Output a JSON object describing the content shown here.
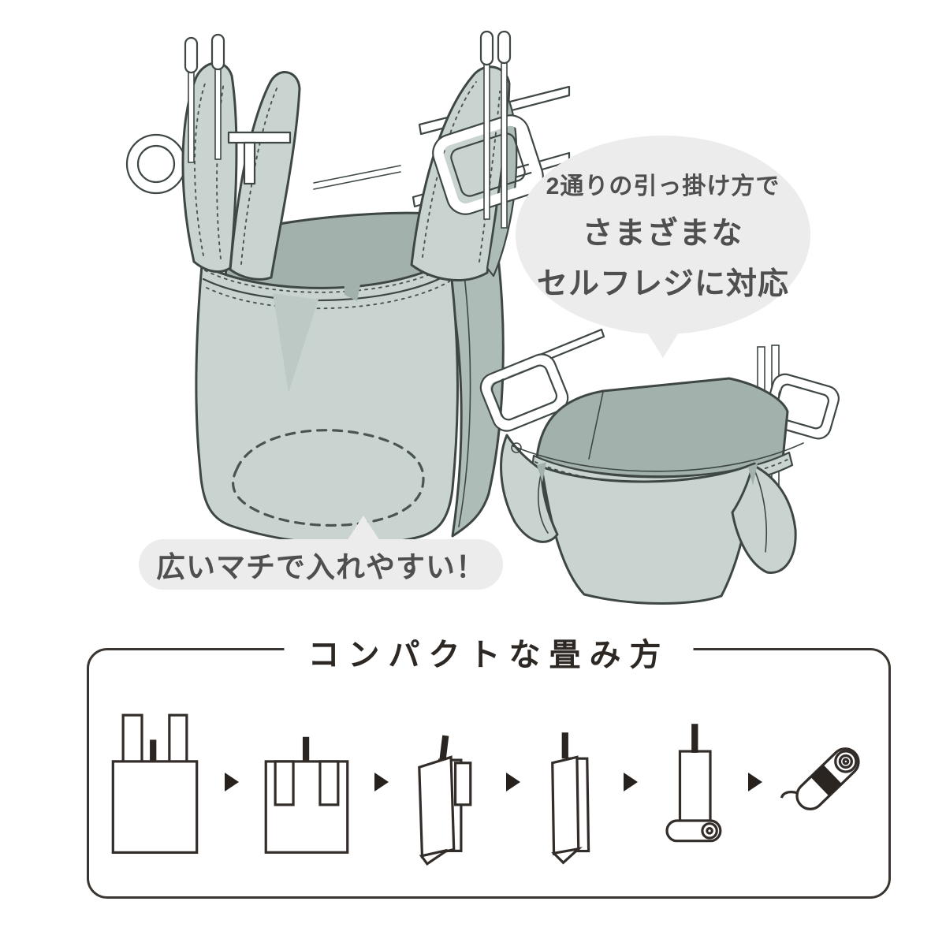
{
  "colors": {
    "background": "#ffffff",
    "bag_fill": "#c9d4d0",
    "bag_side_fill": "#aebcb7",
    "bag_interior_fill": "#a3b1ac",
    "bag_shadow_fill": "#bdc9c4",
    "outline": "#3e4743",
    "stitch": "#4a5551",
    "bubble_bg": "#ececec",
    "bubble_text": "#4f4f4f",
    "box_border": "#3a3530",
    "title_text": "#2d2824",
    "icon_outline": "#332d2a",
    "icon_black": "#2b2522",
    "arrow": "#27211e"
  },
  "bubbles": {
    "hook_bubble": {
      "line1": "2通りの引っ掛け方で",
      "line2": "さまざまな",
      "line3": "セルフレジに対応"
    },
    "gusset_bubble": {
      "text": "広いマチで入れやすい！"
    }
  },
  "folding_section": {
    "title": "コンパクトな畳み方",
    "step_icons": [
      "bag-flat-with-straps-up",
      "bag-straps-folded-down",
      "bag-folded-in-half",
      "bag-folded-in-quarter",
      "bag-rolling-from-bottom",
      "bag-rolled-up-compact"
    ]
  }
}
